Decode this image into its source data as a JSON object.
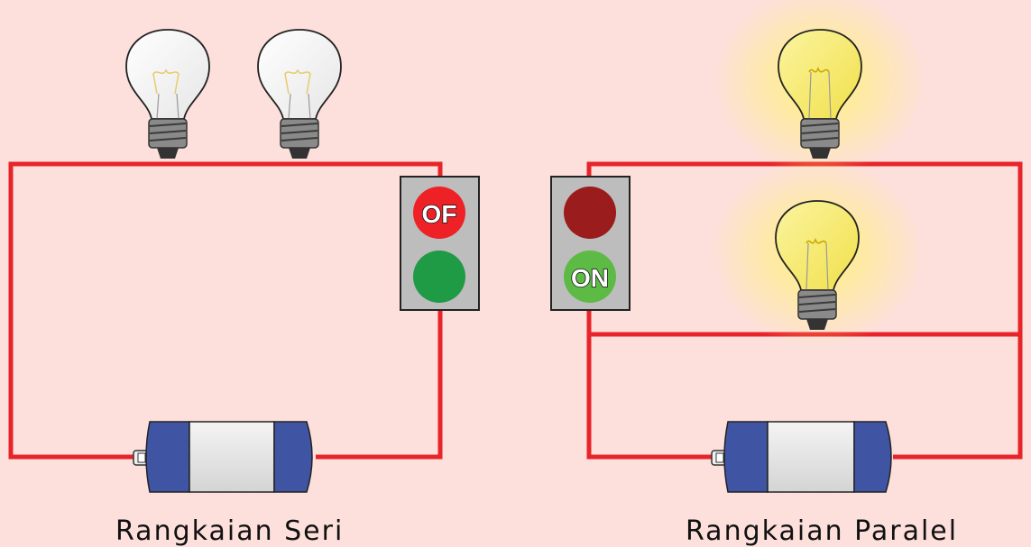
{
  "colors": {
    "background": "#fde0dc",
    "wire": "#e8242b",
    "switch_body": "#bdbdbd",
    "red_lamp_on": "#ee2226",
    "red_lamp_off": "#9a1c1c",
    "green_lamp_on": "#5dbb45",
    "green_lamp_off": "#1f9a45",
    "battery_cap": "#3f54a3",
    "bulb_glow": "#ffee44"
  },
  "series_circuit": {
    "caption": "Rangkaian Seri",
    "switch_label": "OF",
    "switch_state": "off",
    "bulbs": [
      {
        "icon": "unlit-bulb-icon",
        "lit": false
      },
      {
        "icon": "unlit-bulb-icon",
        "lit": false
      }
    ],
    "battery_icon": "battery-icon"
  },
  "parallel_circuit": {
    "caption": "Rangkaian Paralel",
    "switch_label": "ON",
    "switch_state": "on",
    "bulbs": [
      {
        "icon": "lit-bulb-icon",
        "lit": true
      },
      {
        "icon": "lit-bulb-icon",
        "lit": true
      }
    ],
    "battery_icon": "battery-icon"
  }
}
